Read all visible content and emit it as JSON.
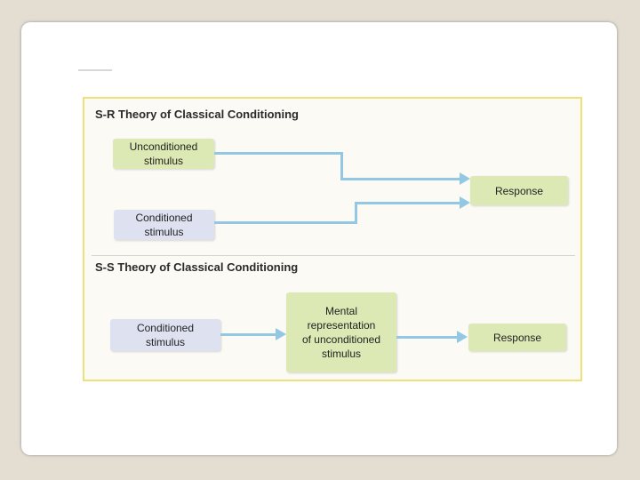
{
  "figure": {
    "sr": {
      "title": "S-R  Theory of Classical Conditioning",
      "unconditioned_stimulus": "Unconditioned\nstimulus",
      "conditioned_stimulus": "Conditioned\nstimulus",
      "response": "Response"
    },
    "ss": {
      "title": "S-S  Theory of Classical Conditioning",
      "conditioned_stimulus": "Conditioned\nstimulus",
      "mental_representation": "Mental\nrepresentation\nof unconditioned\nstimulus",
      "response": "Response"
    }
  },
  "colors": {
    "frame_border": "#ece27a",
    "green_box": "#dde9b4",
    "blue_box": "#dee2f0",
    "arrow": "#93c8e4"
  }
}
